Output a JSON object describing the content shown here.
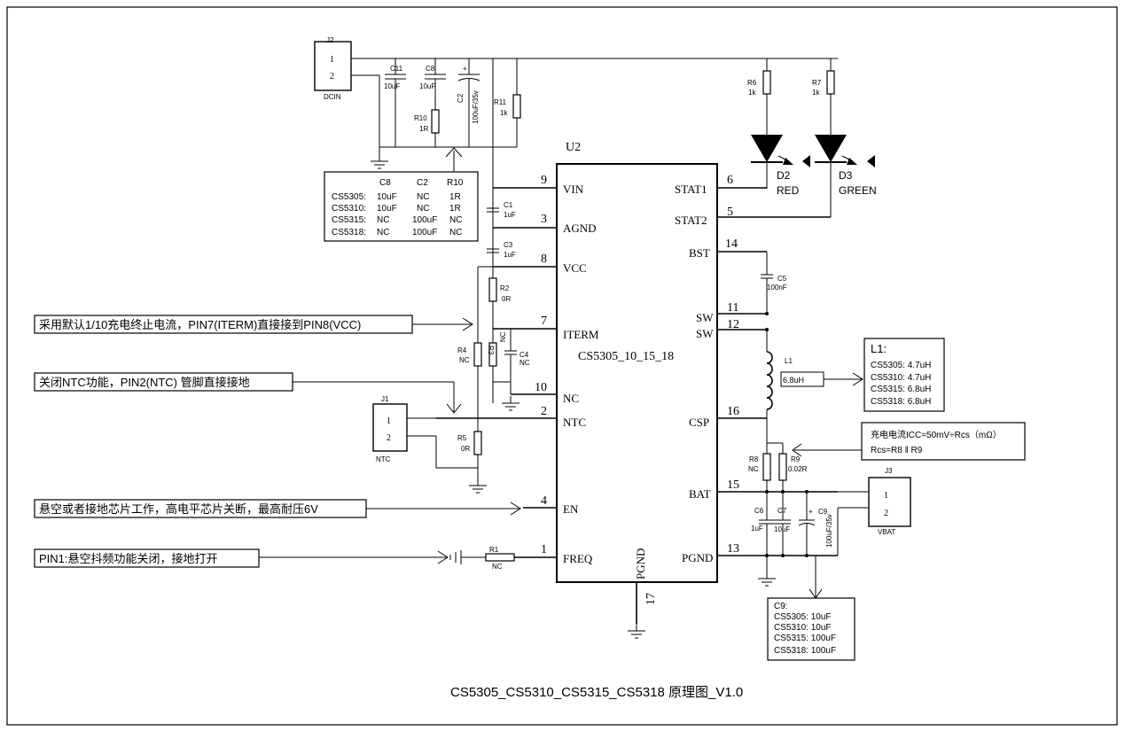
{
  "title": "CS5305_CS5310_CS5315_CS5318 原理图_V1.0",
  "u2": {
    "ref": "U2",
    "part": "CS5305_10_15_18",
    "left_pins": [
      {
        "num": "9",
        "name": "VIN"
      },
      {
        "num": "3",
        "name": "AGND"
      },
      {
        "num": "8",
        "name": "VCC"
      },
      {
        "num": "7",
        "name": "ITERM"
      },
      {
        "num": "10",
        "name": "NC"
      },
      {
        "num": "2",
        "name": "NTC"
      },
      {
        "num": "4",
        "name": "EN"
      },
      {
        "num": "1",
        "name": "FREQ"
      }
    ],
    "right_pins": [
      {
        "num": "6",
        "name": "STAT1"
      },
      {
        "num": "5",
        "name": "STAT2"
      },
      {
        "num": "14",
        "name": "BST"
      },
      {
        "num": "11",
        "name": "SW"
      },
      {
        "num": "12",
        "name": "SW"
      },
      {
        "num": "16",
        "name": "CSP"
      },
      {
        "num": "15",
        "name": "BAT"
      },
      {
        "num": "13",
        "name": "PGND"
      }
    ],
    "bottom_pin": {
      "num": "17",
      "name": "PGND"
    }
  },
  "components": {
    "j2": {
      "ref": "J2",
      "pin1": "1",
      "pin2": "2",
      "name": "DCIN"
    },
    "j1": {
      "ref": "J1",
      "pin1": "1",
      "pin2": "2",
      "name": "NTC"
    },
    "j3": {
      "ref": "J3",
      "pin1": "1",
      "pin2": "2",
      "name": "VBAT"
    },
    "c11": {
      "ref": "C11",
      "value": "10uF"
    },
    "c8": {
      "ref": "C8",
      "value": "10uF"
    },
    "c2": {
      "ref": "C2",
      "value": "100uF/35v",
      "plus": "+"
    },
    "r10": {
      "ref": "R10",
      "value": "1R"
    },
    "r11": {
      "ref": "R11",
      "value": "1k"
    },
    "r6": {
      "ref": "R6",
      "value": "1k"
    },
    "r7": {
      "ref": "R7",
      "value": "1k"
    },
    "d2": {
      "ref": "D2",
      "color": "RED"
    },
    "d3": {
      "ref": "D3",
      "color": "GREEN"
    },
    "c1": {
      "ref": "C1",
      "value": "1uF"
    },
    "c3": {
      "ref": "C3",
      "value": "1uF"
    },
    "r2": {
      "ref": "R2",
      "value": "0R"
    },
    "r4": {
      "ref": "R4",
      "value": "NC"
    },
    "r3": {
      "ref": "R3",
      "value": "NC"
    },
    "c4": {
      "ref": "C4",
      "value": "NC"
    },
    "r5": {
      "ref": "R5",
      "value": "0R"
    },
    "r1": {
      "ref": "R1",
      "value": "NC"
    },
    "c5": {
      "ref": "C5",
      "value": "100nF"
    },
    "l1": {
      "ref": "L1",
      "value": "6.8uH"
    },
    "r8": {
      "ref": "R8",
      "value": "NC"
    },
    "r9": {
      "ref": "R9",
      "value": "0.02R"
    },
    "c6": {
      "ref": "C6",
      "value": "1uF"
    },
    "c7": {
      "ref": "C7",
      "value": "10uF"
    },
    "c9": {
      "ref": "C9",
      "value": "100uF/35v",
      "plus": "+"
    }
  },
  "input_table": {
    "headers": [
      "C8",
      "C2",
      "R10"
    ],
    "rows": [
      [
        "CS5305:",
        "10uF",
        "NC",
        "1R"
      ],
      [
        "CS5310:",
        "10uF",
        "NC",
        "1R"
      ],
      [
        "CS5315:",
        "NC",
        "100uF",
        "NC"
      ],
      [
        "CS5318:",
        "NC",
        "100uF",
        "NC"
      ]
    ]
  },
  "l1_note": {
    "title": "L1:",
    "lines": [
      "CS5305: 4.7uH",
      "CS5310: 4.7uH",
      "CS5315: 6.8uH",
      "CS5318: 6.8uH"
    ]
  },
  "c9_note": {
    "title": "C9:",
    "lines": [
      "CS5305:  10uF",
      "CS5310:  10uF",
      "CS5315: 100uF",
      "CS5318:  100uF"
    ]
  },
  "charge_note": {
    "line1": "充电电流ICC=50mV÷Rcs（mΩ）",
    "line2": "Rcs=R8 ‖ R9"
  },
  "notes": {
    "iterm": "采用默认1/10充电终止电流，PIN7(ITERM)直接接到PIN8(VCC)",
    "ntc": "关闭NTC功能，PIN2(NTC) 管脚直接接地",
    "en": "悬空或者接地芯片工作，高电平芯片关断，最高耐压6V",
    "freq": "PIN1:悬空抖频功能关闭，接地打开"
  }
}
